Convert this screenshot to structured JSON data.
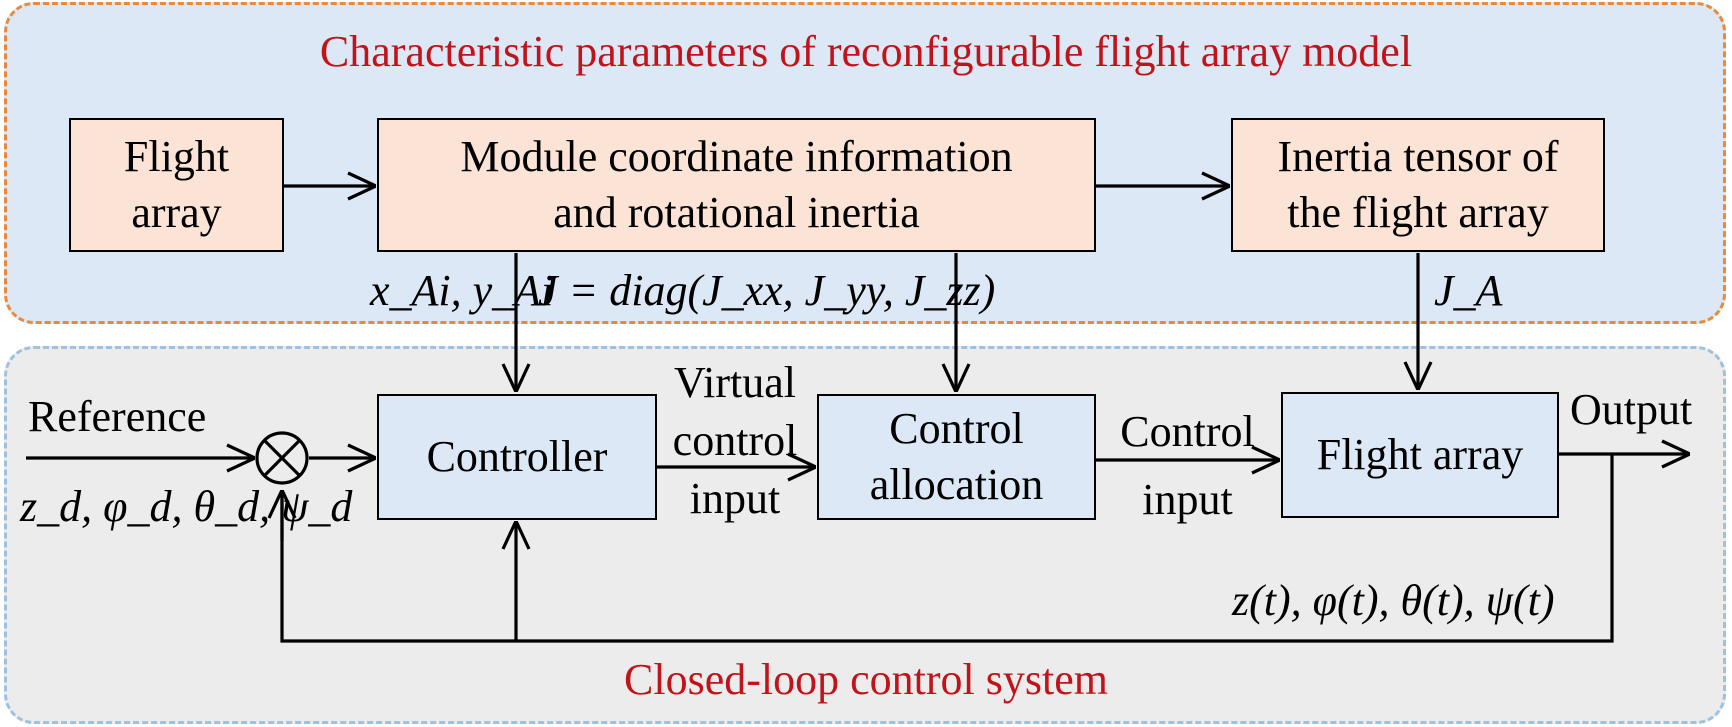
{
  "regions": {
    "top_title": "Characteristic parameters of reconfigurable flight array model",
    "bottom_title": "Closed-loop control system"
  },
  "boxes": {
    "flight_array_input": [
      "Flight",
      "array"
    ],
    "module_info": [
      "Module coordinate information",
      "and rotational inertia"
    ],
    "inertia_tensor": [
      "Inertia tensor of",
      "the flight array"
    ],
    "controller": "Controller",
    "control_allocation": [
      "Control",
      "allocation"
    ],
    "flight_array_plant": "Flight array"
  },
  "labels": {
    "reference": "Reference",
    "reference_signals": "z_d, φ_d, θ_d, ψ_d",
    "coords": "x_Ai, y_Ai",
    "inertia_matrix": "J = diag(J_xx, J_yy, J_zz)",
    "ja": "J_A",
    "virtual_input": [
      "Virtual",
      "control",
      "input"
    ],
    "control_input": [
      "Control",
      "input"
    ],
    "output": "Output",
    "output_signals": "z(t), φ(t), θ(t), ψ(t)"
  },
  "colors": {
    "title_red": "#c0141a",
    "peach_box": "#fbe3d6",
    "blue_fill": "#dce8f5",
    "gray_fill": "#ececec",
    "orange_dash": "#e88a3c",
    "blue_dash": "#9ec1e0"
  }
}
